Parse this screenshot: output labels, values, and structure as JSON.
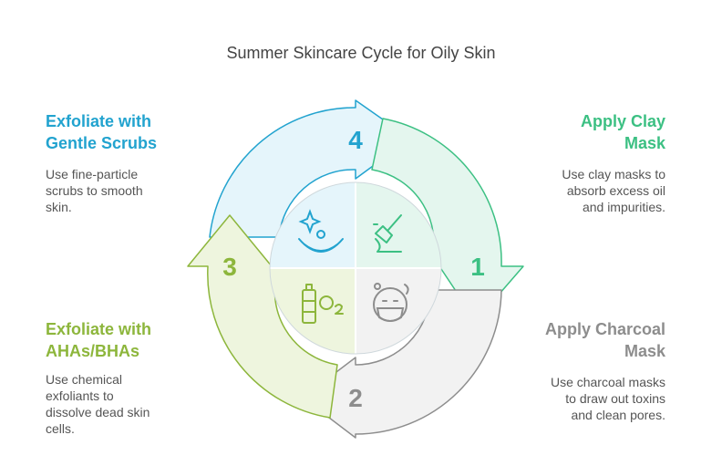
{
  "title": "Summer Skincare Cycle for Oily Skin",
  "steps": [
    {
      "number": "1",
      "title_line1": "Apply Clay",
      "title_line2": "Mask",
      "desc_lines": [
        "Use clay masks to",
        "absorb excess oil",
        "and impurities."
      ],
      "color": "#3cc083",
      "icon": "brush-clay-icon"
    },
    {
      "number": "2",
      "title_line1": "Apply Charcoal",
      "title_line2": "Mask",
      "desc_lines": [
        "Use charcoal masks",
        "to draw out toxins",
        "and clean pores."
      ],
      "color": "#8d8d8d",
      "icon": "face-mask-icon"
    },
    {
      "number": "3",
      "title_line1": "Exfoliate with",
      "title_line2": "AHAs/BHAs",
      "desc_lines": [
        "Use chemical",
        "exfoliants to",
        "dissolve dead skin",
        "cells."
      ],
      "color": "#8db63c",
      "icon": "bottle-o2-icon"
    },
    {
      "number": "4",
      "title_line1": "Exfoliate with",
      "title_line2": "Gentle Scrubs",
      "desc_lines": [
        "Use fine-particle",
        "scrubs to smooth",
        "skin."
      ],
      "color": "#22a3cf",
      "icon": "sparkle-scrub-icon"
    }
  ]
}
